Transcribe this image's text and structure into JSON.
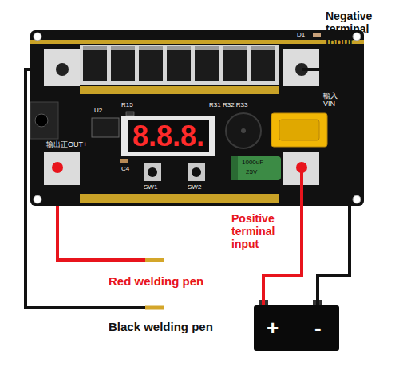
{
  "diagram": {
    "nodes": [
      {
        "text": [
          "输出正OUT+",
          "输入 VIN"
        ]
      },
      {
        "text": [
          "8.8.8."
        ],
        "in": 0
      },
      {
        "text": [
          "+",
          "-"
        ]
      }
    ],
    "edges": [
      {
        "from": 0,
        "to": 2,
        "arrow": "none"
      },
      {
        "from": 0,
        "to": 2,
        "arrow": "none"
      }
    ],
    "labels": [
      "Negative terminal input",
      "Positive terminal input",
      "Red welding pen",
      "Black welding pen",
      "D1",
      "U2",
      "R15",
      "R31 R32 R33",
      "SW1",
      "SW2",
      "C4",
      "1000uF",
      "25V"
    ]
  }
}
